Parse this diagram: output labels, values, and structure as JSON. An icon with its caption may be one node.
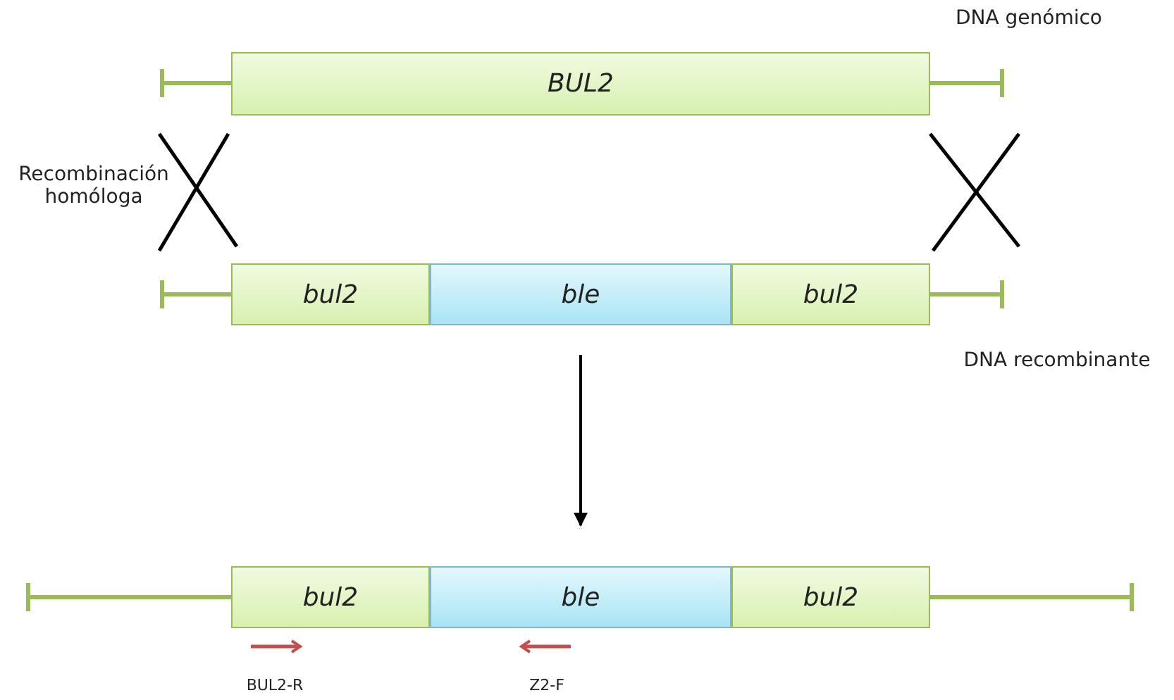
{
  "diagram": {
    "nodes": [
      {
        "text": [
          "BUL2"
        ]
      },
      {
        "text": [
          "bul2"
        ]
      },
      {
        "text": [
          "ble"
        ]
      },
      {
        "text": [
          "bul2"
        ]
      },
      {
        "text": [
          "bul2"
        ]
      },
      {
        "text": [
          "ble"
        ]
      },
      {
        "text": [
          "bul2"
        ]
      }
    ],
    "edges": [
      {
        "from": 2,
        "to": 5,
        "arrow": "to"
      }
    ],
    "labels": [
      "DNA genómico",
      "Recombinación homóloga",
      "DNA recombinante",
      "BUL2-R",
      "Z2-F"
    ]
  }
}
